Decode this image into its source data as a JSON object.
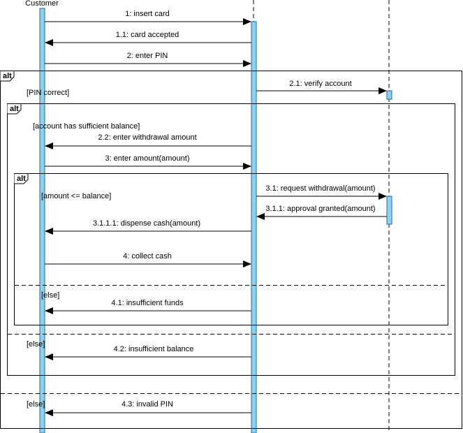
{
  "participants": {
    "customer_label": "Customer"
  },
  "colors": {
    "activation_fill": "#8fd0ec",
    "activation_stroke": "#1a6fa0",
    "line": "#000000",
    "background": "#ffffff"
  },
  "messages": {
    "m1": "1: insert card",
    "m1_1": "1.1: card accepted",
    "m2": "2: enter PIN",
    "m2_1": "2.1: verify account",
    "m2_2": "2.2: enter withdrawal amount",
    "m3": "3: enter amount(amount)",
    "m3_1": "3.1: request withdrawal(amount)",
    "m3_1_1": "3.1.1: approval granted(amount)",
    "m3_1_1_1": "3.1.1.1: dispense cash(amount)",
    "m4": "4: collect cash",
    "m4_1": "4.1: insufficient funds",
    "m4_2": "4.2: insufficient balance",
    "m4_3": "4.3: invalid PIN"
  },
  "fragments": {
    "outer": {
      "tag": "alt",
      "guard_1": "[PIN correct]",
      "guard_2": "[else]"
    },
    "middle": {
      "tag": "alt",
      "guard_1": "[account has sufficient balance]",
      "guard_2": "[else]"
    },
    "inner": {
      "tag": "alt",
      "guard_1": "[amount <= balance]",
      "guard_2": "[else]"
    }
  }
}
